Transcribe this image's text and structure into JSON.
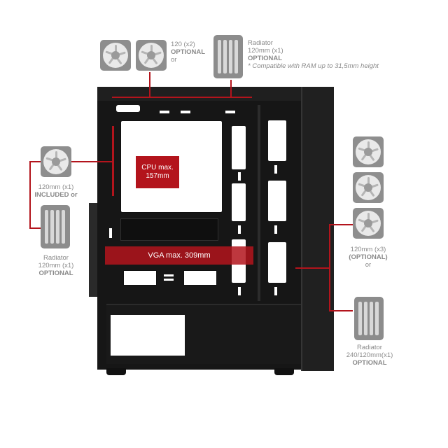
{
  "top": {
    "fans_label": "120 (x2)",
    "fans_optional": "OPTIONAL",
    "fans_or": "or",
    "radiator_label": "Radiator",
    "radiator_size": "120mm (x1)",
    "radiator_optional": "OPTIONAL",
    "radiator_note": "* Compatible with RAM up to 31,5mm height"
  },
  "rear": {
    "fan_label": "120mm (x1)",
    "fan_included": "INCLUDED or",
    "radiator_label": "Radiator",
    "radiator_size": "120mm (x1)",
    "radiator_optional": "OPTIONAL"
  },
  "front": {
    "fans_label": "120mm (x3)",
    "fans_optional": "(OPTIONAL)",
    "fans_or": "or",
    "radiator_label": "Radiator",
    "radiator_size": "240/120mm(x1)",
    "radiator_optional": "OPTIONAL"
  },
  "clearances": {
    "cpu_line1": "CPU max.",
    "cpu_line2": "157mm",
    "vga": "VGA max. 309mm"
  },
  "colors": {
    "accent_red": "#b3141c",
    "case_black": "#1a1a1a",
    "label_gray": "#8a8a8a"
  },
  "icons": [
    "fan-icon",
    "radiator-icon"
  ]
}
